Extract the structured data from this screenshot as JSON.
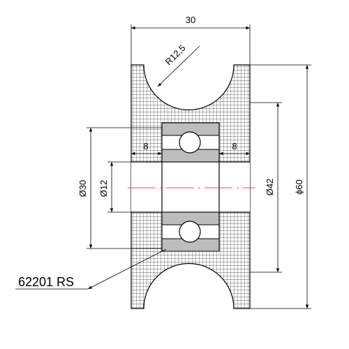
{
  "drawing": {
    "dimensions": {
      "width": "30",
      "radius": "R12,5",
      "left_shoulder": "8",
      "right_shoulder": "8",
      "bore": "Ø12",
      "bearing_od": "Ø30",
      "groove_bottom": "Ø42",
      "outer_diameter": "ϕ60"
    },
    "part_label": "62201 RS",
    "colors": {
      "hatch": "#333333",
      "bearing_fill": "#bdbdbd",
      "centerline": "#d11a1a",
      "line": "#000000"
    }
  }
}
